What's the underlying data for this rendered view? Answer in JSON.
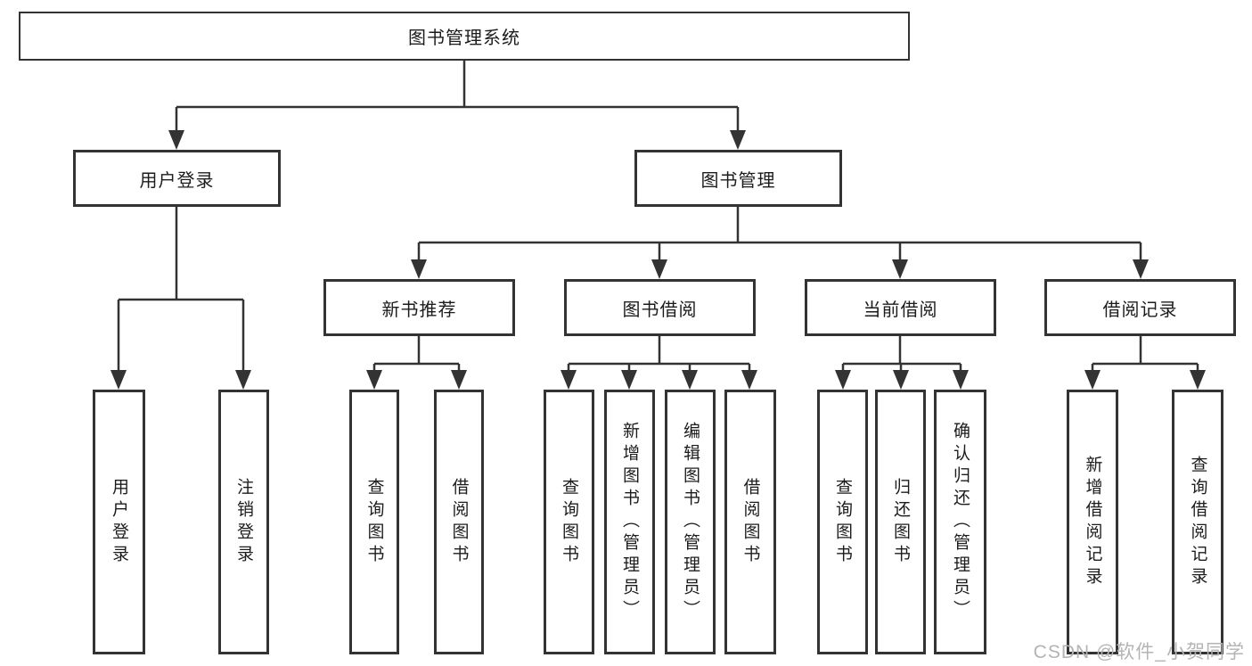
{
  "diagram": {
    "title": "图书管理系统",
    "branches": [
      {
        "label": "用户登录",
        "children": [
          "用户登录",
          "注销登录"
        ]
      },
      {
        "label": "图书管理",
        "children": [
          {
            "label": "新书推荐",
            "children": [
              "查询图书",
              "借阅图书"
            ]
          },
          {
            "label": "图书借阅",
            "children": [
              "查询图书",
              "新增图书（管理员）",
              "编辑图书（管理员）",
              "借阅图书"
            ]
          },
          {
            "label": "当前借阅",
            "children": [
              "查询图书",
              "归还图书",
              "确认归还（管理员）"
            ]
          },
          {
            "label": "借阅记录",
            "children": [
              "新增借阅记录",
              "查询借阅记录"
            ]
          }
        ]
      }
    ],
    "colors": {
      "line": "#333333",
      "box_border": "#333333",
      "box_background": "#ffffff",
      "text": "#1c1c1c",
      "watermark": "#b4b4b4"
    },
    "watermark": {
      "text": "CSDN @软件_小贺同学"
    }
  }
}
